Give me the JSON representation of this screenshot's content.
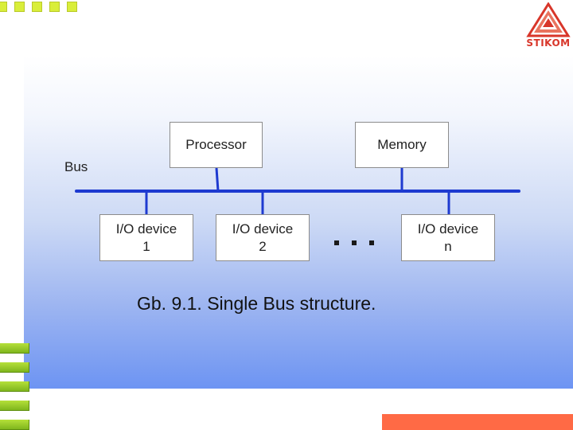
{
  "logo": {
    "text": "STIKOM"
  },
  "diagram": {
    "bus_label": "Bus",
    "processor": "Processor",
    "memory": "Memory",
    "io1": {
      "line1": "I/O device",
      "line2": "1"
    },
    "io2": {
      "line1": "I/O device",
      "line2": "2"
    },
    "ion": {
      "line1": "I/O device",
      "line2": "n"
    }
  },
  "caption": "Gb. 9.1. Single Bus structure.",
  "colors": {
    "bus": "#1e3ad0",
    "accent_green": "#9ccb2a",
    "accent_yellow": "#d9ee3a",
    "accent_orange": "#ff6a45",
    "logo_red": "#d8362a"
  }
}
